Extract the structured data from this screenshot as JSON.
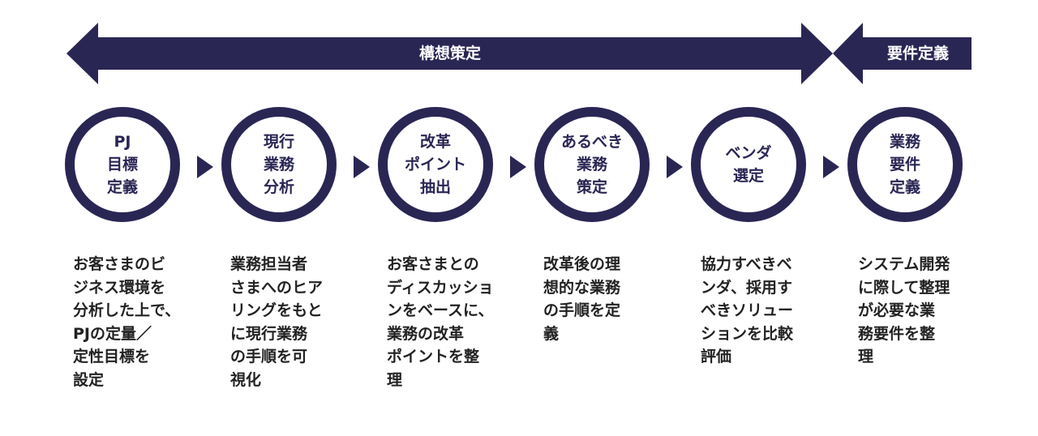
{
  "colors": {
    "primary": "#2a2654",
    "text": "#222222",
    "background": "#ffffff"
  },
  "phases": [
    {
      "label": "構想策定"
    },
    {
      "label": "要件定義"
    }
  ],
  "steps": [
    {
      "title": "PJ\n目標\n定義",
      "description": "お客さまのビ\nジネス環境を\n分析した上で、\nPJの定量／\n定性目標を\n設定"
    },
    {
      "title": "現行\n業務\n分析",
      "description": "業務担当者\nさまへのヒア\nリングをもと\nに現行業務\nの手順を可\n視化"
    },
    {
      "title": "改革\nポイント\n抽出",
      "description": "お客さまとの\nディスカッショ\nンをベースに、\n業務の改革\nポイントを整\n理"
    },
    {
      "title": "あるべき\n業務\n策定",
      "description": "改革後の理\n想的な業務\nの手順を定\n義"
    },
    {
      "title": "ベンダ\n選定",
      "description": "協力すべきベ\nンダ、採用す\nべきソリュー\nションを比較\n評価"
    },
    {
      "title": "業務\n要件\n定義",
      "description": "システム開発\nに際して整理\nが必要な業\n務要件を整\n理"
    }
  ]
}
